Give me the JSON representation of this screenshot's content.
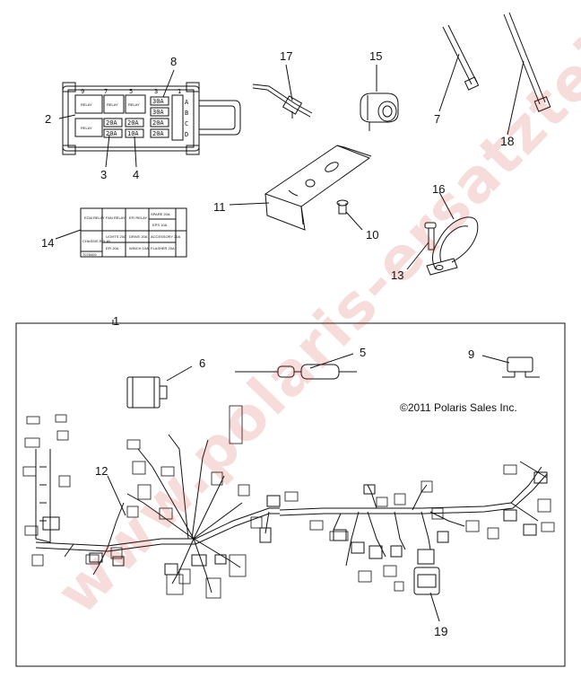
{
  "callouts": {
    "n1": "1",
    "n2": "2",
    "n3": "3",
    "n4": "4",
    "n5": "5",
    "n6": "6",
    "n7": "7",
    "n8": "8",
    "n9": "9",
    "n10": "10",
    "n11": "11",
    "n12": "12",
    "n13": "13",
    "n14": "14",
    "n15": "15",
    "n16": "16",
    "n17": "17",
    "n18": "18",
    "n19": "19"
  },
  "copyright": "©2011 Polaris Sales Inc.",
  "watermark": "www.polaris-ersatzteile.de",
  "fuse_box": {
    "top_markers": [
      "9",
      "7",
      "5",
      "3",
      "1"
    ],
    "side_markers": [
      "A",
      "B",
      "C",
      "D"
    ],
    "relay_label": "RELAY",
    "fuses": [
      "30A",
      "30A",
      "20A",
      "20A",
      "20A",
      "20A",
      "10A",
      "20A"
    ]
  },
  "fuse_table": {
    "row1": [
      "ECM RELAY",
      "FAN RELAY",
      "EFI RELAY",
      "SPARE 20A",
      "EPS 10A"
    ],
    "row2": [
      "CHASSIS RELAY",
      "LIGHTS 20A",
      "DRIVE 20A",
      "ACCESSORY 20A"
    ],
    "row3": [
      "EFI 20A",
      "WINCH 10A",
      "FLASHER 20A"
    ],
    "footer": "7078409"
  },
  "colors": {
    "line": "#111111",
    "watermark": "#c8281e"
  }
}
